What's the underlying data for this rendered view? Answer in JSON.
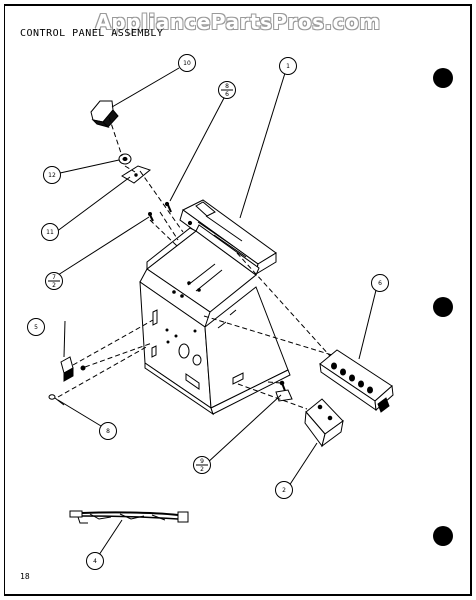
{
  "watermark": "AppliancePartsPros.com",
  "title": "CONTROL PANEL ASSEMBLY",
  "page_number": "18",
  "callouts": [
    {
      "id": "c10",
      "top": "10",
      "bottom": ""
    },
    {
      "id": "c1",
      "top": "1",
      "bottom": ""
    },
    {
      "id": "c8a",
      "top": "8",
      "bottom": "6"
    },
    {
      "id": "c12",
      "top": "12",
      "bottom": ""
    },
    {
      "id": "c11",
      "top": "11",
      "bottom": ""
    },
    {
      "id": "c7",
      "top": "7",
      "bottom": "2"
    },
    {
      "id": "c6",
      "top": "6",
      "bottom": ""
    },
    {
      "id": "c5",
      "top": "5",
      "bottom": ""
    },
    {
      "id": "c8b",
      "top": "8",
      "bottom": ""
    },
    {
      "id": "c9",
      "top": "9",
      "bottom": "2"
    },
    {
      "id": "c2",
      "top": "2",
      "bottom": ""
    },
    {
      "id": "c4",
      "top": "4",
      "bottom": ""
    }
  ]
}
